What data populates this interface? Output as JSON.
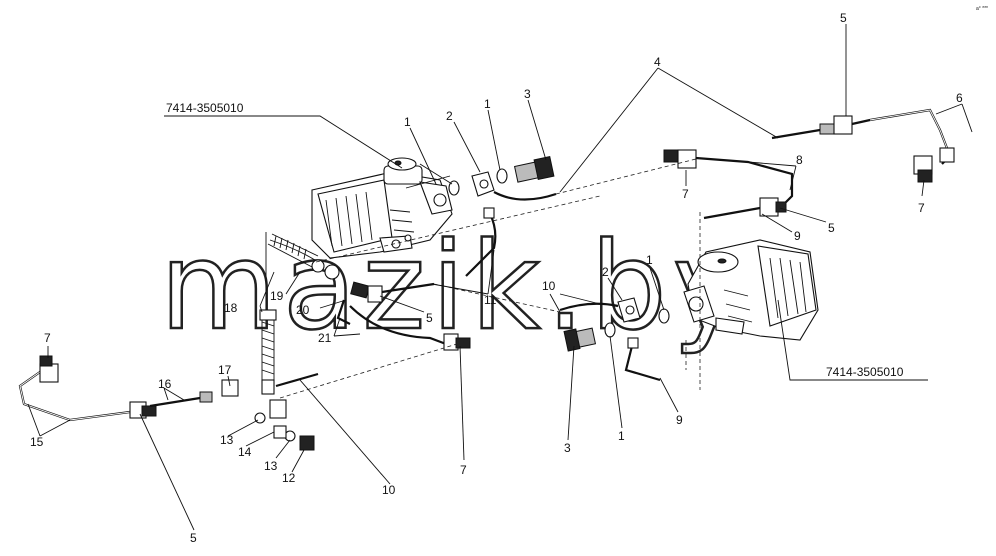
{
  "watermark": "mazik.by",
  "corner_mark": "a° ***",
  "assembly_labels": [
    "7414-3505010",
    "7414-3505010"
  ],
  "callouts": [
    "1",
    "2",
    "1",
    "3",
    "4",
    "5",
    "6",
    "7",
    "8",
    "7",
    "9",
    "5",
    "1",
    "2",
    "10",
    "9",
    "1",
    "3",
    "11",
    "5",
    "18",
    "19",
    "20",
    "21",
    "7",
    "17",
    "16",
    "15",
    "13",
    "14",
    "13",
    "12",
    "10",
    "7",
    "5"
  ]
}
